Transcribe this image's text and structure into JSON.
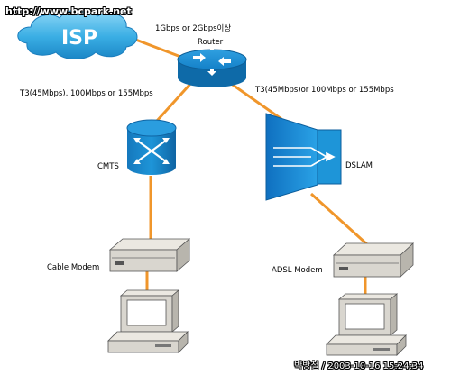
{
  "watermark": {
    "site": "http://www.bcpark.net",
    "credit": "박방철 / 2003-10-16 15:24:34"
  },
  "nodes": {
    "isp": {
      "label": "ISP"
    },
    "router": {
      "label": "Router",
      "uplink_label": "1Gbps or 2Gbps이상"
    },
    "cmts": {
      "label": "CMTS"
    },
    "dslam": {
      "label": "DSLAM"
    },
    "cable_modem": {
      "label": "Cable Modem"
    },
    "adsl_modem": {
      "label": "ADSL Modem"
    }
  },
  "links": {
    "router_cmts": {
      "label": "T3(45Mbps), 100Mbps or 155Mbps"
    },
    "router_dslam": {
      "label": "T3(45Mbps)or 100Mbps or 155Mbps"
    }
  },
  "colors": {
    "link": "#f0962b",
    "device_blue": "#1b8ad0",
    "cloud": "#49b7e8",
    "equipment_gray": "#d9d6cf"
  }
}
